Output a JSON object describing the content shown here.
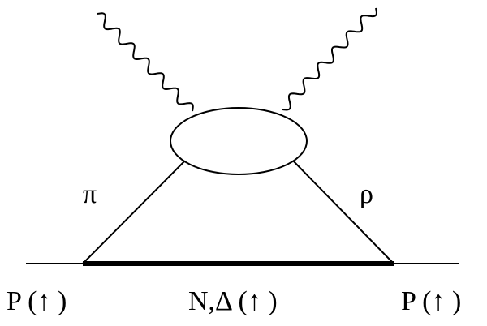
{
  "labels": {
    "pi": "π",
    "rho": "ρ",
    "proton_in": "P (↑ )",
    "intermediate": "N,Δ (↑ )",
    "proton_out": "P (↑ )"
  },
  "colors": {
    "line": "#000000",
    "background": "#ffffff"
  }
}
